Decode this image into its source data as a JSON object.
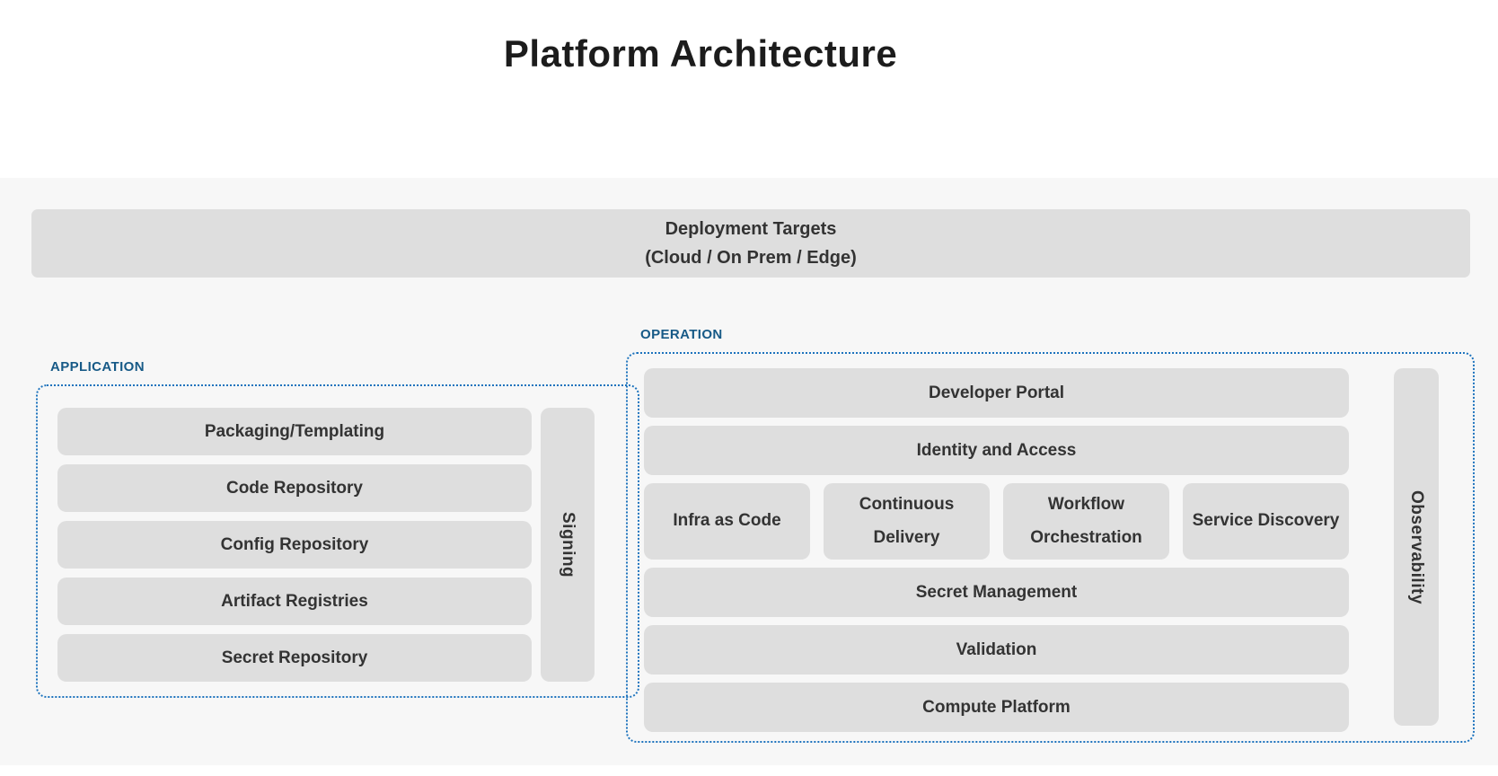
{
  "page": {
    "title": "Platform Architecture"
  },
  "colors": {
    "box_fill": "#dedede",
    "band_background": "#f7f7f7",
    "group_border_blue": "#1d73bd",
    "group_label_blue": "#175a87",
    "box_text": "#333333",
    "title_text": "#1c1c1c"
  },
  "deployment": {
    "title": "Deployment Targets",
    "subtitle": "(Cloud / On Prem / Edge)"
  },
  "application": {
    "label": "APPLICATION",
    "items": [
      "Packaging/Templating",
      "Code Repository",
      "Config Repository",
      "Artifact Registries",
      "Secret Repository"
    ],
    "side": "Signing"
  },
  "operation": {
    "label": "OPERATION",
    "rows": [
      {
        "type": "wide",
        "label": "Developer Portal"
      },
      {
        "type": "wide",
        "label": "Identity and Access"
      },
      {
        "type": "split",
        "items": [
          "Infra as Code",
          "Continuous Delivery",
          "Workflow Orchestration",
          "Service Discovery"
        ]
      },
      {
        "type": "wide",
        "label": "Secret Management"
      },
      {
        "type": "wide",
        "label": "Validation"
      },
      {
        "type": "wide",
        "label": "Compute Platform"
      }
    ],
    "side": "Observability"
  }
}
